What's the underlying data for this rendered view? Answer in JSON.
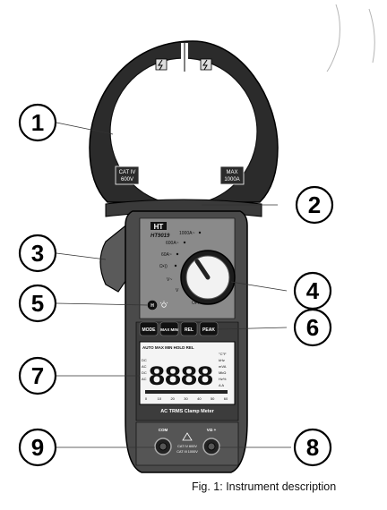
{
  "caption": "Fig. 1: Instrument description",
  "callouts": [
    "1",
    "2",
    "3",
    "4",
    "5",
    "6",
    "7",
    "8",
    "9"
  ],
  "jaw_labels": {
    "cat_left": [
      "CAT IV",
      "600V"
    ],
    "max_right": [
      "MAX",
      "1000A"
    ]
  },
  "brand": "HT",
  "model": "HT9019",
  "rotary_positions": [
    "1000A~",
    "600A~",
    "60A~",
    "Ω•))",
    "V~",
    "V",
    "OFF"
  ],
  "buttons": [
    "MODE",
    "MAX MIN",
    "REL",
    "PEAK"
  ],
  "lcd": {
    "top_indicators": "AUTO MAX MIN HOLD REL",
    "digits": "8888",
    "left_indicators": [
      "DC",
      "AC",
      "DC",
      "AC"
    ],
    "right_units": [
      "°C°F",
      "kHz",
      "mVA",
      "MkΩ",
      "Hz%",
      "A A"
    ],
    "bargraph_scale": [
      "0",
      "10",
      "20",
      "30",
      "40",
      "50",
      "60"
    ]
  },
  "meter_label": "AC TRMS Clamp Meter",
  "terminals": {
    "com": "COM",
    "v_ohm": "VΩ +",
    "warning": [
      "CAT IV 600V",
      "CAT III 1000V"
    ]
  }
}
